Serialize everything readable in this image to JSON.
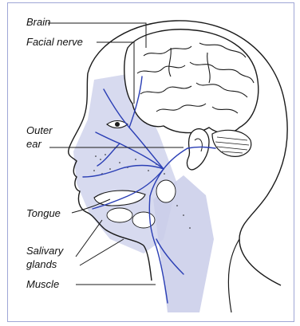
{
  "labels": {
    "brain": "Brain",
    "facial_nerve": "Facial nerve",
    "outer_ear_1": "Outer",
    "outer_ear_2": "ear",
    "tongue": "Tongue",
    "salivary_1": "Salivary",
    "salivary_2": "glands",
    "muscle": "Muscle"
  },
  "colors": {
    "frame": "#9fa6d6",
    "shading": "#c9cde9",
    "nerve": "#2b3fb5",
    "ink": "#1a1a1a"
  }
}
